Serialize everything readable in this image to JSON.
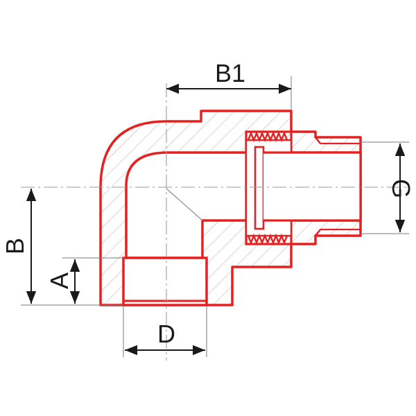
{
  "dimensions": {
    "b1": "B1",
    "b": "B",
    "a": "A",
    "d": "D",
    "g": "G"
  },
  "colors": {
    "outline": "#e62020",
    "hatch": "#c2c2c2",
    "dimension": "#1a1a1a",
    "centerline": "#9a9a9a",
    "background": "#ffffff"
  },
  "icons": {
    "fitting": "elbow-fitting-cross-section"
  }
}
